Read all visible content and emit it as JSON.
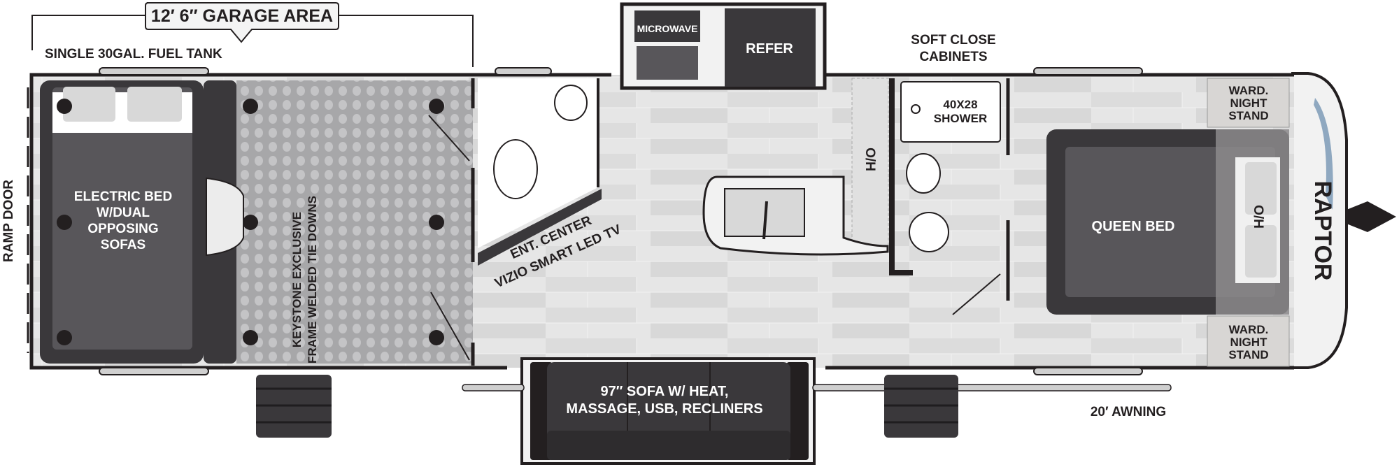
{
  "floorplan": {
    "garage_area_label": "12′ 6″ GARAGE AREA",
    "fuel_tank_label": "SINGLE 30GAL. FUEL TANK",
    "ramp_door_label": "RAMP DOOR",
    "garage_bed_label": [
      "ELECTRIC BED",
      "W/DUAL",
      "OPPOSING",
      "SOFAS"
    ],
    "tie_downs_label": [
      "KEYSTONE EXCLUSIVE",
      "FRAME WELDED TIE DOWNS"
    ],
    "ent_center_label": [
      "ENT. CENTER",
      "VIZIO SMART LED TV"
    ],
    "microwave_label": "MICROWAVE",
    "refer_label": "REFER",
    "soft_close_label": [
      "SOFT CLOSE",
      "CABINETS"
    ],
    "kitchen_oh_label": "O/H",
    "shower_label": [
      "40X28",
      "SHOWER"
    ],
    "queen_bed_label": "QUEEN BED",
    "bedroom_oh_label": "O/H",
    "ward_top_label": [
      "WARD.",
      "NIGHT",
      "STAND"
    ],
    "ward_bottom_label": [
      "WARD.",
      "NIGHT",
      "STAND"
    ],
    "sofa_label": [
      "97″ SOFA W/ HEAT,",
      "MASSAGE, USB, RECLINERS"
    ],
    "awning_label": "20′ AWNING",
    "logo_text": "RAPTOR"
  },
  "colors": {
    "wall": "#231f20",
    "floor": "#e3e3e3",
    "garage_floor": "#a7a7a9",
    "furniture_dark": "#58565a",
    "furniture_darker": "#3a383b",
    "accent_blue": "#8fa8c0"
  }
}
